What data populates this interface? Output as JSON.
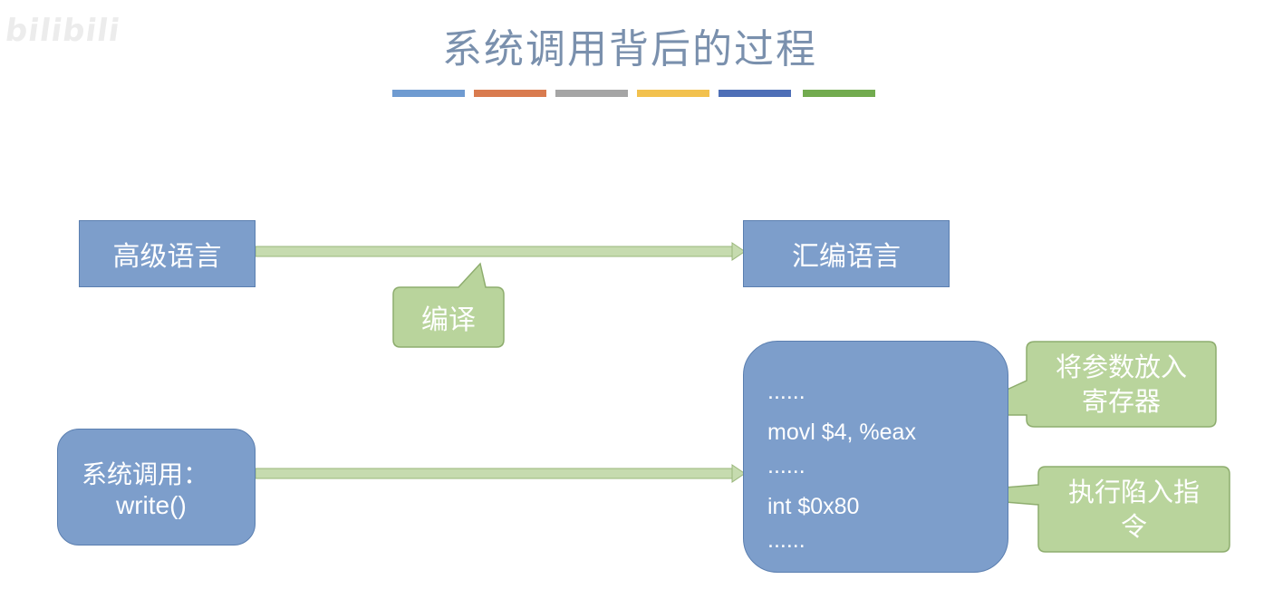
{
  "watermark": "bilibili",
  "title": "系统调用背后的过程",
  "ribbon_colors": [
    "#6f9bd1",
    "#d97b4f",
    "#a5a5a5",
    "#f2c14e",
    "#4e6fb7",
    "#72ab4f"
  ],
  "nodes": {
    "high_level": "高级语言",
    "assembly": "汇编语言",
    "compile": "编译",
    "syscall_line1": "系统调用：",
    "syscall_line2": "write()",
    "callout_params_line1": "将参数放入",
    "callout_params_line2": "寄存器",
    "callout_trap_line1": "执行陷入指",
    "callout_trap_line2": "令"
  },
  "code": {
    "line1": "......",
    "line2": "movl $4, %eax",
    "line3": "......",
    "line4": "int $0x80",
    "line5": "......"
  },
  "colors": {
    "box_blue": "#7d9ecb",
    "box_green": "#b9d49c",
    "arrow_green": "#c6dbaf",
    "title": "#7a90ad"
  }
}
